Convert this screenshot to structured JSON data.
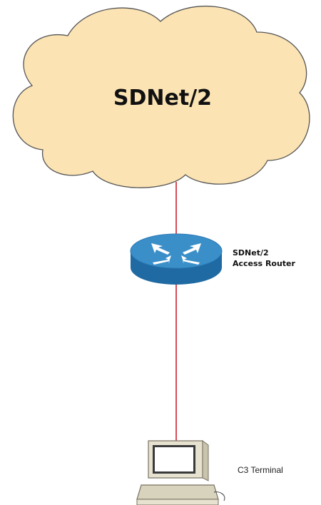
{
  "network": {
    "cloud_label": "SDNet/2",
    "router_label_line1": "SDNet/2",
    "router_label_line2": "Access Router",
    "terminal_label": "C3 Terminal"
  },
  "colors": {
    "cloud_fill": "#fbe3b3",
    "cloud_stroke": "#555555",
    "link": "#cc1f2e",
    "router_top": "#3a8fc9",
    "router_side": "#1f6aa3",
    "terminal_body": "#e6e2cf"
  },
  "icons": [
    "cloud-icon",
    "router-icon",
    "computer-icon"
  ]
}
